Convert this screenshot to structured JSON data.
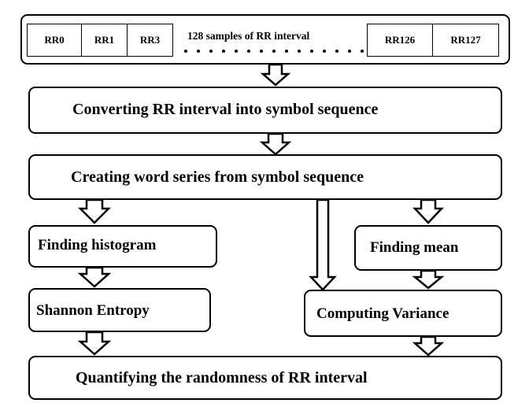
{
  "rr_samples": {
    "cells_left": [
      "RR0",
      "RR1",
      "RR3"
    ],
    "caption": "128 samples of RR interval",
    "cells_right": [
      "RR126",
      "RR127"
    ]
  },
  "steps": {
    "convert": "Converting RR interval into symbol sequence",
    "create": "Creating word series from symbol sequence",
    "histogram": "Finding histogram",
    "shannon": "Shannon Entropy",
    "mean": "Finding mean",
    "variance": "Computing Variance",
    "quantify": "Quantifying the randomness of RR interval"
  }
}
